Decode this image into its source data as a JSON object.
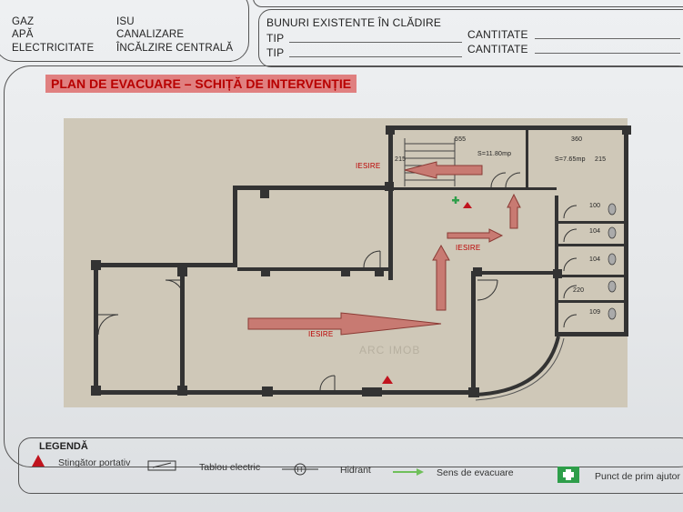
{
  "utilities": {
    "left": [
      "GAZ",
      "APĂ",
      "ELECTRICITATE"
    ],
    "right": [
      "ISU",
      "CANALIZARE",
      "ÎNCĂLZIRE CENTRALĂ"
    ]
  },
  "goods": {
    "title": "BUNURI EXISTENTE ÎN CLĂDIRE",
    "rows": [
      {
        "type_label": "TIP",
        "qty_label": "CANTITATE"
      },
      {
        "type_label": "TIP",
        "qty_label": "CANTITATE"
      }
    ]
  },
  "plan": {
    "title": "PLAN DE EVACUARE – SCHIȚĂ DE INTERVENȚIE",
    "exit_labels": [
      "IESIRE",
      "IESIRE",
      "IESIRE"
    ],
    "area_labels": [
      "S=11.80mp",
      "S=7.65mp"
    ],
    "dimensions": [
      "555",
      "360",
      "215",
      "215",
      "100",
      "104",
      "104",
      "220",
      "109"
    ],
    "watermark": "ARC IMOB"
  },
  "legend": {
    "title": "LEGENDĂ",
    "items": [
      {
        "label": "Stingător portativ",
        "icon": "extinguisher-triangle-icon"
      },
      {
        "label": "Tablou electric",
        "icon": "electric-panel-icon"
      },
      {
        "label": "Hidrant",
        "icon": "hydrant-icon"
      },
      {
        "label": "Sens de evacuare",
        "icon": "evacuation-arrow-icon"
      },
      {
        "label": "Punct de prim ajutor",
        "icon": "first-aid-icon"
      }
    ]
  },
  "colors": {
    "title_red": "#b80000",
    "title_bg": "#e08080",
    "extinguisher": "#c0141e",
    "first_aid": "#2e9e4a",
    "evac_arrow": "#6fbf5a",
    "plan_arrow_fill": "#c87a72"
  }
}
